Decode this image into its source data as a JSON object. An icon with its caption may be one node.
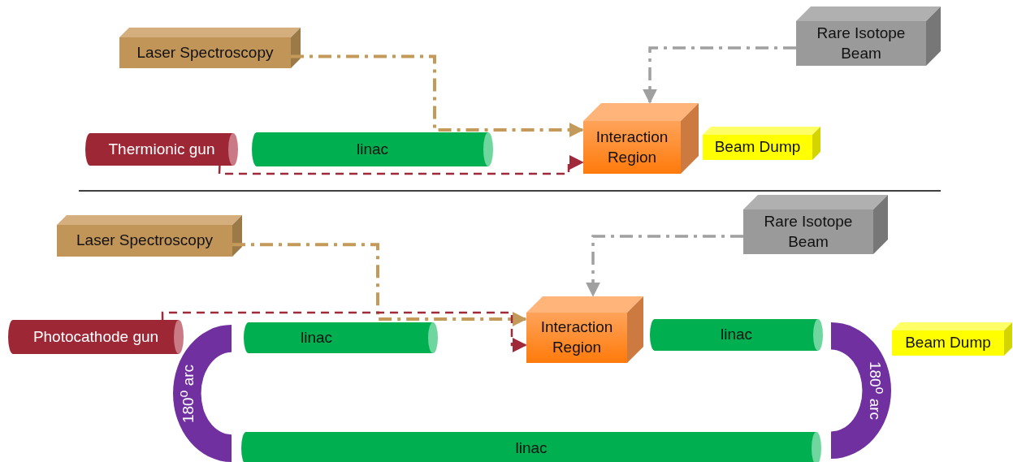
{
  "diagram": {
    "nodes": [
      {
        "text": [
          "Laser Spectroscopy"
        ]
      },
      {
        "text": [
          "Rare Isotope Beam"
        ]
      },
      {
        "text": [
          "Thermionic gun"
        ]
      },
      {
        "text": [
          "linac"
        ]
      },
      {
        "text": [
          "Interaction Region"
        ]
      },
      {
        "text": [
          "Beam Dump"
        ]
      },
      {
        "text": [
          "Laser Spectroscopy"
        ]
      },
      {
        "text": [
          "Rare Isotope Beam"
        ]
      },
      {
        "text": [
          "Photocathode gun"
        ]
      },
      {
        "text": [
          "180$^{o}$ arc"
        ]
      },
      {
        "text": [
          "linac"
        ]
      },
      {
        "text": [
          "Interaction Region"
        ]
      },
      {
        "text": [
          "linac"
        ]
      },
      {
        "text": [
          "180$^{o}$ arc"
        ]
      },
      {
        "text": [
          "Beam Dump"
        ]
      },
      {
        "text": [
          "linac"
        ]
      }
    ],
    "edges": [
      {
        "from": 0,
        "to": 4,
        "arrow": "to",
        "style": "dashed",
        "color": "#c49a5a"
      },
      {
        "from": 1,
        "to": 4,
        "arrow": "to",
        "style": "dashed",
        "color": "#a0a0a0"
      },
      {
        "from": 2,
        "to": 4,
        "arrow": "to",
        "style": "dashed",
        "color": "#a02a3a"
      },
      {
        "from": 6,
        "to": 11,
        "arrow": "to",
        "style": "dashed",
        "color": "#c49a5a"
      },
      {
        "from": 7,
        "to": 11,
        "arrow": "to",
        "style": "dashed",
        "color": "#a0a0a0"
      },
      {
        "from": 8,
        "to": 11,
        "arrow": "to",
        "style": "dashed",
        "color": "#a02a3a"
      }
    ]
  }
}
